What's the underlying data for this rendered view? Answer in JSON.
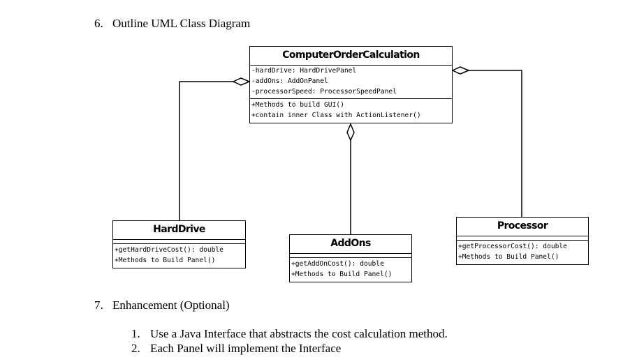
{
  "section6": {
    "number": "6.",
    "title": "Outline UML Class Diagram"
  },
  "diagram": {
    "main": {
      "name": "ComputerOrderCalculation",
      "attributes": [
        "-hardDrive: HardDrivePanel",
        "-addOns: AddOnPanel",
        "-processorSpeed: ProcessorSpeedPanel"
      ],
      "methods": [
        "+Methods to build GUI()",
        "+contain inner Class with ActionListener()"
      ]
    },
    "harddrive": {
      "name": "HardDrive",
      "methods": [
        "+getHardDriveCost(): double",
        "+Methods to Build Panel()"
      ]
    },
    "addons": {
      "name": "AddOns",
      "methods": [
        "+getAddOnCost(): double",
        "+Methods to Build Panel()"
      ]
    },
    "processor": {
      "name": "Processor",
      "methods": [
        "+getProcessorCost(): double",
        "+Methods to Build Panel()"
      ]
    }
  },
  "section7": {
    "number": "7.",
    "title": "Enhancement (Optional)",
    "items": [
      {
        "number": "1.",
        "text": "Use a Java Interface that abstracts the cost calculation method."
      },
      {
        "number": "2.",
        "text": "Each Panel will implement the Interface"
      }
    ]
  }
}
